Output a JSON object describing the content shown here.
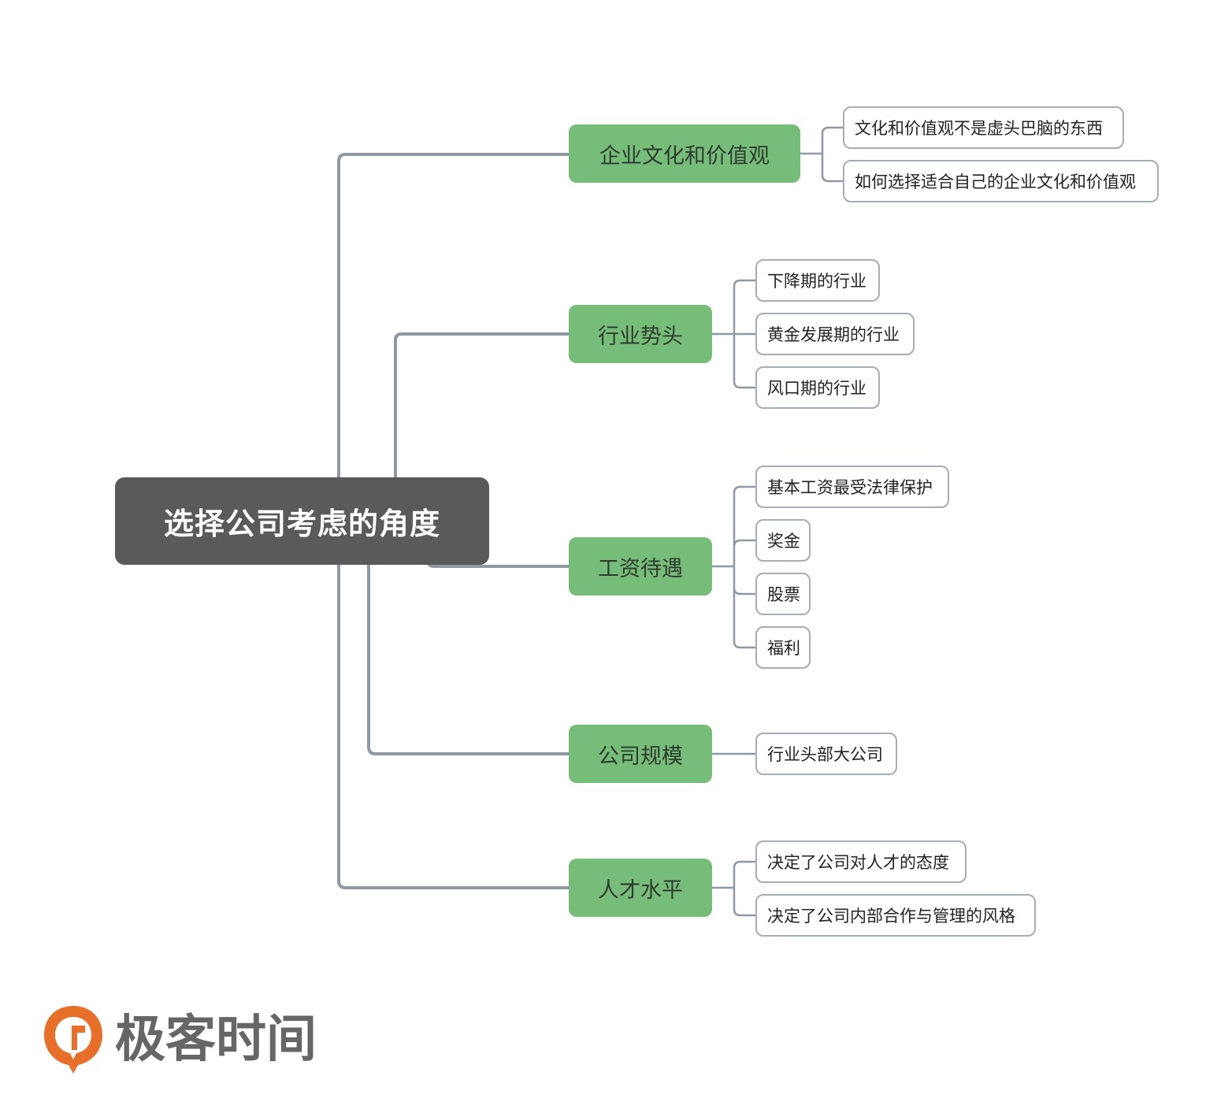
{
  "colors": {
    "root": "#5a5a5a",
    "branch": "#76bd79",
    "connector": "#8f99a5",
    "leaf_border": "#a7adb5",
    "logo_orange": "#e76f2a",
    "logo_text": "#666666"
  },
  "mindmap": {
    "root": "选择公司考虑的角度",
    "branches": [
      {
        "label": "企业文化和价值观",
        "leaves": [
          "文化和价值观不是虚头巴脑的东西",
          "如何选择适合自己的企业文化和价值观"
        ]
      },
      {
        "label": "行业势头",
        "leaves": [
          "下降期的行业",
          "黄金发展期的行业",
          "风口期的行业"
        ]
      },
      {
        "label": "工资待遇",
        "leaves": [
          "基本工资最受法律保护",
          "奖金",
          "股票",
          "福利"
        ]
      },
      {
        "label": "公司规模",
        "leaves": [
          "行业头部大公司"
        ]
      },
      {
        "label": "人才水平",
        "leaves": [
          "决定了公司对人才的态度",
          "决定了公司内部合作与管理的风格"
        ]
      }
    ]
  },
  "logo": {
    "icon": "geektime-logo-icon",
    "text": "极客时间"
  }
}
